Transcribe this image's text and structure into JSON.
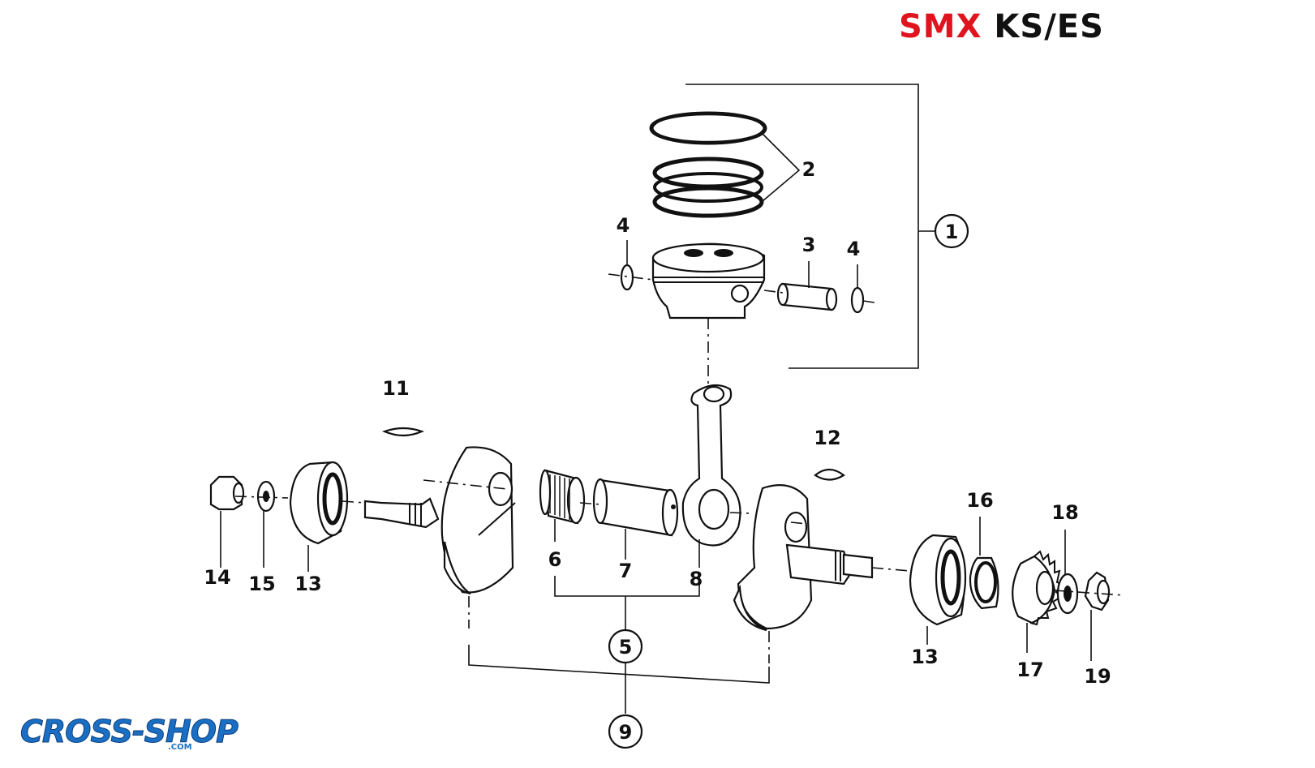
{
  "header": {
    "brand": "SMX",
    "model": "KS/ES"
  },
  "logo": {
    "text": "CROSS-SHOP",
    "suffix": ".COM"
  },
  "callouts": {
    "c1": "1",
    "c2": "2",
    "c3": "3",
    "c4a": "4",
    "c4b": "4",
    "c5": "5",
    "c6": "6",
    "c7": "7",
    "c8": "8",
    "c9": "9",
    "c11": "11",
    "c12": "12",
    "c13a": "13",
    "c13b": "13",
    "c14": "14",
    "c15": "15",
    "c16": "16",
    "c17": "17",
    "c18": "18",
    "c19": "19"
  },
  "colors": {
    "brand": "#e0141e",
    "logo": "#1a6fc4",
    "ink": "#111111"
  }
}
